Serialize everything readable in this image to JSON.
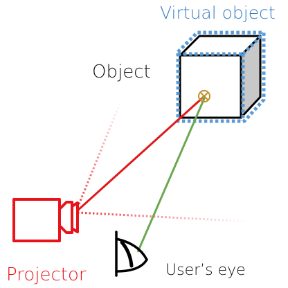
{
  "labels": {
    "virtual_object": "Virtual object",
    "object": "Object",
    "projector": "Projector",
    "users_eye": "User’s eye"
  },
  "colors": {
    "virtual_object_text": "#3b7fc4",
    "virtual_object_outline": "#5b9bd5",
    "object_text": "#111111",
    "projector": "#e8141c",
    "projection_ray": "#e01818",
    "gaze_ray": "#6aa84f",
    "eye": "#000000",
    "users_eye_text": "#111111",
    "cube_side": "#c8c8c8"
  },
  "icons": {
    "projector": "projector-icon",
    "eye": "eye-icon",
    "target": "target-crosshair-icon"
  }
}
